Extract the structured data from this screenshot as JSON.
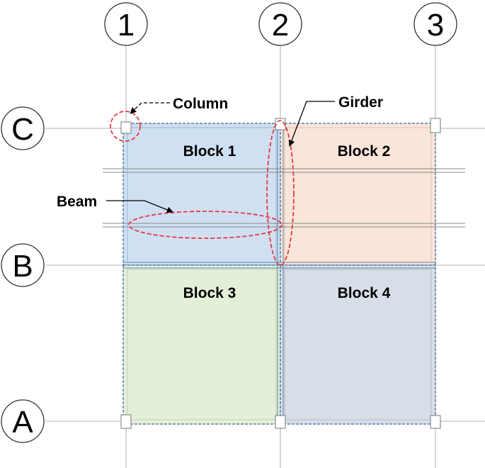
{
  "grid": {
    "columns": [
      "1",
      "2",
      "3"
    ],
    "rows": [
      "C",
      "B",
      "A"
    ]
  },
  "blocks": [
    {
      "label": "Block 1",
      "color": "#cfe0f3"
    },
    {
      "label": "Block 2",
      "color": "#f9e5d9"
    },
    {
      "label": "Block 3",
      "color": "#e4efd9"
    },
    {
      "label": "Block 4",
      "color": "#d8dee8"
    }
  ],
  "callouts": {
    "column": "Column",
    "girder": "Girder",
    "beam": "Beam"
  },
  "colors": {
    "highlight": "#e8383d",
    "grid_line": "#b0b0b0",
    "member_edge": "#5a7fa8"
  }
}
